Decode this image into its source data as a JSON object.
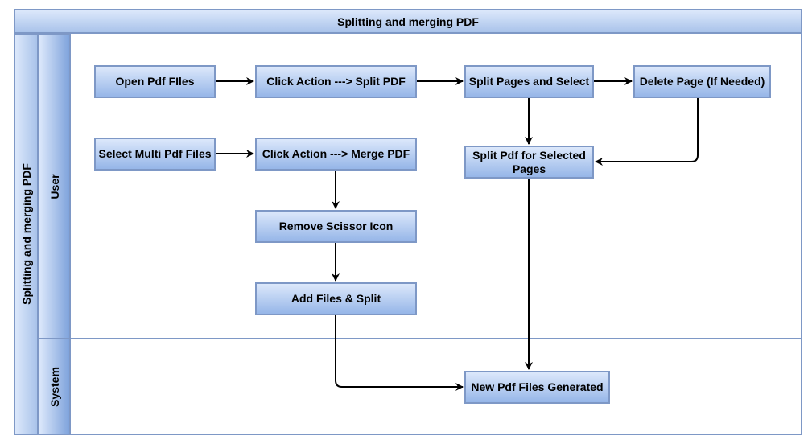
{
  "diagram": {
    "title": "Splitting and merging PDF",
    "pool_label": "Splitting and merging PDF",
    "lanes": [
      {
        "id": "user",
        "label": "User"
      },
      {
        "id": "system",
        "label": "System"
      }
    ],
    "nodes": [
      {
        "id": "open",
        "label": "Open Pdf FIles"
      },
      {
        "id": "click-split",
        "label": "Click Action --->  Split PDF"
      },
      {
        "id": "split-select",
        "label": "Split Pages and Select"
      },
      {
        "id": "delete",
        "label": "Delete Page (If Needed)"
      },
      {
        "id": "select-multi",
        "label": "Select Multi Pdf Files"
      },
      {
        "id": "click-merge",
        "label": "Click Action --->  Merge PDF"
      },
      {
        "id": "split-selected",
        "label": "Split Pdf for Selected Pages"
      },
      {
        "id": "remove-scissor",
        "label": "Remove Scissor Icon"
      },
      {
        "id": "add-files",
        "label": "Add Files & Split"
      },
      {
        "id": "generated",
        "label": "New Pdf Files Generated"
      }
    ],
    "edges": [
      {
        "from": "open",
        "to": "click-split"
      },
      {
        "from": "click-split",
        "to": "split-select"
      },
      {
        "from": "split-select",
        "to": "delete"
      },
      {
        "from": "select-multi",
        "to": "click-merge"
      },
      {
        "from": "split-select",
        "to": "split-selected"
      },
      {
        "from": "delete",
        "to": "split-selected"
      },
      {
        "from": "click-merge",
        "to": "remove-scissor"
      },
      {
        "from": "remove-scissor",
        "to": "add-files"
      },
      {
        "from": "split-selected",
        "to": "generated"
      },
      {
        "from": "add-files",
        "to": "generated"
      }
    ],
    "colors": {
      "border": "#7e98c6",
      "fill_light": "#dce8fb",
      "fill_dark": "#96b6e8",
      "edge": "#000000"
    }
  }
}
